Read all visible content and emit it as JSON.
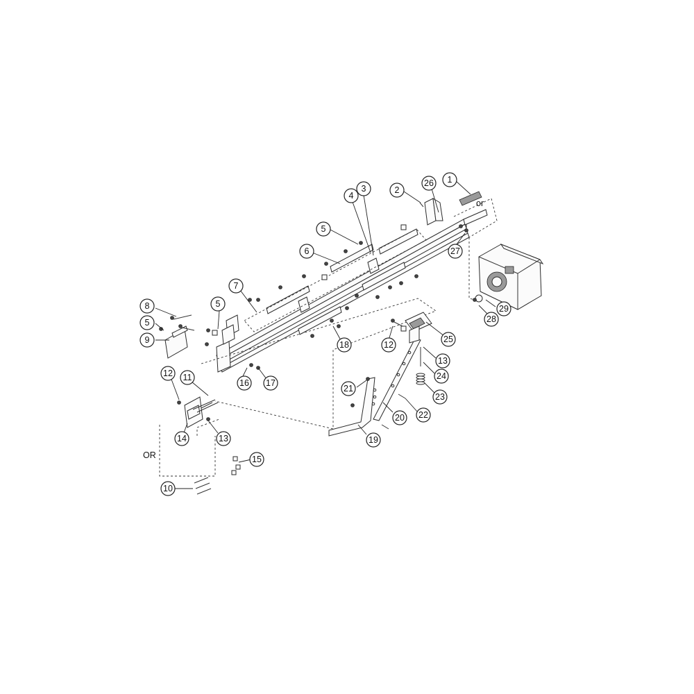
{
  "diagram": {
    "callouts": [
      {
        "id": "c1",
        "label": "1"
      },
      {
        "id": "c2",
        "label": "2"
      },
      {
        "id": "c3",
        "label": "3"
      },
      {
        "id": "c4",
        "label": "4"
      },
      {
        "id": "c26",
        "label": "26"
      },
      {
        "id": "c5a",
        "label": "5"
      },
      {
        "id": "c6",
        "label": "6"
      },
      {
        "id": "c27",
        "label": "27"
      },
      {
        "id": "c7",
        "label": "7"
      },
      {
        "id": "c5b",
        "label": "5"
      },
      {
        "id": "c8",
        "label": "8"
      },
      {
        "id": "c5c",
        "label": "5"
      },
      {
        "id": "c9",
        "label": "9"
      },
      {
        "id": "c29",
        "label": "29"
      },
      {
        "id": "c28",
        "label": "28"
      },
      {
        "id": "c18",
        "label": "18"
      },
      {
        "id": "c12a",
        "label": "12"
      },
      {
        "id": "c25",
        "label": "25"
      },
      {
        "id": "c13a",
        "label": "13"
      },
      {
        "id": "c16",
        "label": "16"
      },
      {
        "id": "c17",
        "label": "17"
      },
      {
        "id": "c24",
        "label": "24"
      },
      {
        "id": "c12b",
        "label": "12"
      },
      {
        "id": "c11",
        "label": "11"
      },
      {
        "id": "c21",
        "label": "21"
      },
      {
        "id": "c23",
        "label": "23"
      },
      {
        "id": "c22",
        "label": "22"
      },
      {
        "id": "c20",
        "label": "20"
      },
      {
        "id": "c14",
        "label": "14"
      },
      {
        "id": "c13b",
        "label": "13"
      },
      {
        "id": "c19",
        "label": "19"
      },
      {
        "id": "c15",
        "label": "15"
      },
      {
        "id": "c10",
        "label": "10"
      }
    ],
    "or_label_top": "or",
    "or_label_left": "OR"
  }
}
